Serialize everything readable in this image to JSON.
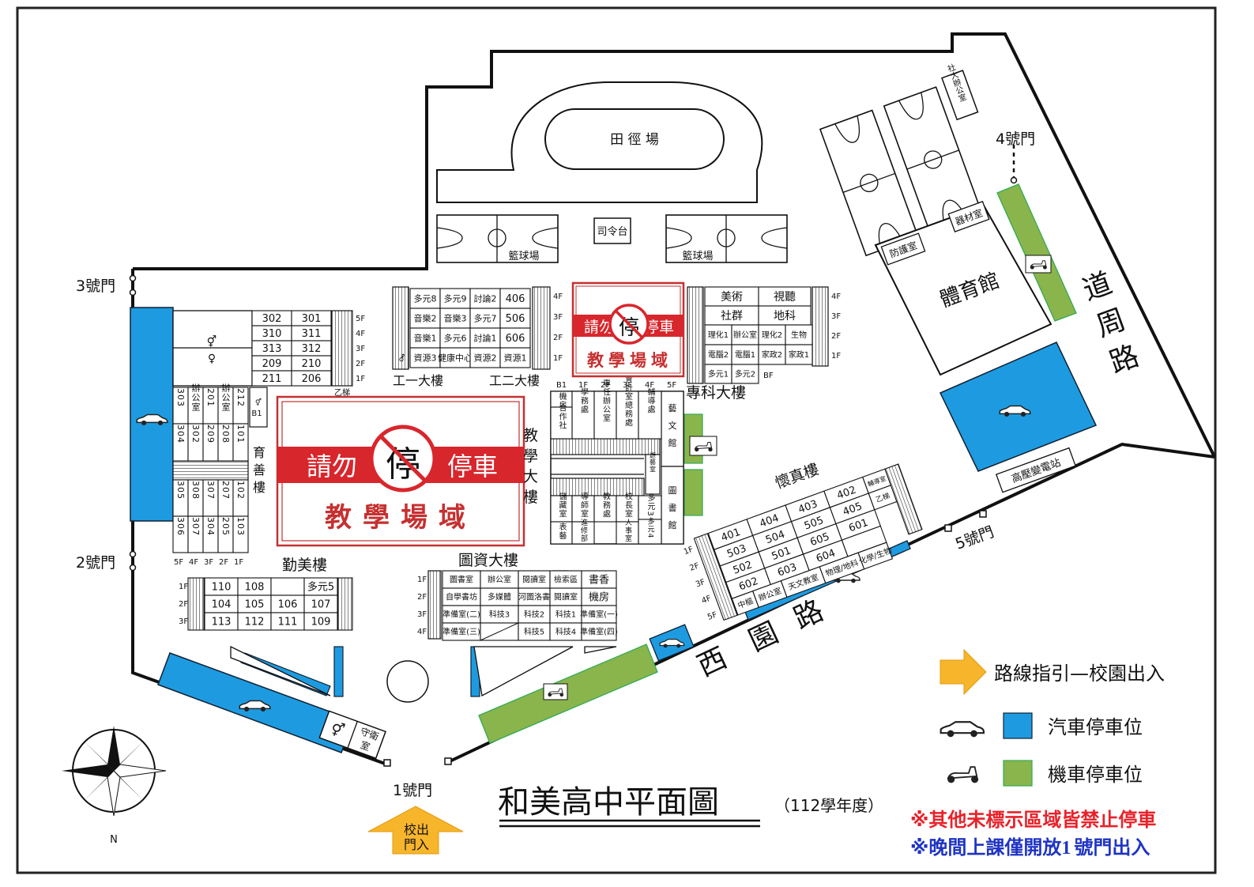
{
  "map_title": "和美高中平面圖",
  "school_year": "（112學年度）",
  "gates": {
    "g1": "1號門",
    "g2": "2號門",
    "g3": "3號門",
    "g4": "4號門",
    "g5": "5號門"
  },
  "roads": {
    "daozhou": [
      "道",
      "周",
      "路"
    ],
    "xiyuan": [
      "西",
      "園",
      "路"
    ]
  },
  "exit_arrow": {
    "line1": "校出",
    "line2": "門入"
  },
  "north": "N",
  "sports": {
    "track": "田 徑 場",
    "podium": "司令台",
    "court": "籃球場",
    "gym": "體育館",
    "guard_room": "防護室",
    "equipment": "器材室",
    "community_office": "社大辦公室"
  },
  "buildings": {
    "qinmei": "勤美樓",
    "yushan": "育善樓",
    "teaching": "教學大樓",
    "library": "圖資大樓",
    "gong1": "工一大樓",
    "gong2": "工二大樓",
    "zhuanke": "專科大樓",
    "huaizhen": "懷真樓",
    "art_hall": "藝文館",
    "lib_hall": "圖書館",
    "substation": "高壓變電站",
    "guard": "守衛室"
  },
  "no_parking": {
    "line1": "請勿停車",
    "line2": "教學場域",
    "mark": "停"
  },
  "yushan_grid": {
    "rows": [
      [
        "302",
        "301"
      ],
      [
        "310",
        "311"
      ],
      [
        "313",
        "312"
      ],
      [
        "209",
        "210"
      ],
      [
        "211",
        "206"
      ]
    ],
    "floors": [
      "5F",
      "4F",
      "3F",
      "2F",
      "1F"
    ],
    "stair": "乙梯"
  },
  "yushan_lower": {
    "top": [
      "303",
      "辦公室",
      "201",
      "辦公室",
      "212"
    ],
    "mid": [
      "304",
      "302",
      "209",
      "208",
      "101"
    ],
    "low1": [
      "305",
      "308",
      "307",
      "207",
      "102"
    ],
    "low2": [
      "306",
      "307",
      "304",
      "205",
      "103"
    ],
    "floors": [
      "5F",
      "4F",
      "3F",
      "2F",
      "1F"
    ],
    "b1_small": "B1",
    "b1_label": "B1"
  },
  "gong_grid": {
    "rows": [
      [
        "多元8",
        "多元9",
        "討論2",
        "406"
      ],
      [
        "音樂2",
        "音樂3",
        "多元7",
        "506"
      ],
      [
        "音樂1",
        "多元6",
        "討論1",
        "606"
      ],
      [
        "資源3",
        "健康中心",
        "資源2",
        "資源1"
      ]
    ],
    "floors": [
      "4F",
      "3F",
      "2F",
      "1F"
    ]
  },
  "zhuanke_grid": {
    "r1": [
      "美術",
      "視聽"
    ],
    "r2": [
      "社群",
      "地科"
    ],
    "r3": [
      "理化1",
      "辦公室",
      "理化2",
      "生物"
    ],
    "r4": [
      "電腦2",
      "電腦1",
      "家政2",
      "家政1"
    ],
    "r5": [
      "多元1",
      "多元2"
    ],
    "floors": [
      "4F",
      "3F",
      "2F",
      "1F"
    ],
    "bf": "BF"
  },
  "teaching_rooms": {
    "floors": [
      "B1",
      "1F",
      "2F",
      "3F",
      "4F",
      "5F"
    ],
    "top": [
      "機房",
      "學務處",
      "專任辦公室",
      "會計室總務處",
      "輔導處"
    ],
    "top2": [
      "合作社"
    ],
    "small": "遊藝室",
    "bottom": [
      "儲藏室",
      "導師室",
      "教務處",
      "校長室",
      "多元3"
    ],
    "bottom2": [
      "表藝",
      "進修部",
      "人事室",
      "多元4"
    ]
  },
  "library_grid": {
    "rows": [
      [
        "圖書室",
        "辦公室",
        "閱讀室",
        "檢索區",
        "書香"
      ],
      [
        "自學書坊",
        "多媒體",
        "河圖洛書",
        "閱讀室",
        "機房"
      ],
      [
        "準備室(二)",
        "科技3",
        "科技2",
        "科技1",
        "準備室(一)"
      ],
      [
        "準備室(三)",
        "",
        "科技5",
        "科技4",
        "準備室(四)"
      ]
    ],
    "floors": [
      "1F",
      "2F",
      "3F",
      "4F"
    ]
  },
  "qinmei_grid": {
    "rows": [
      [
        "110",
        "108",
        "",
        "多元5"
      ],
      [
        "104",
        "105",
        "106",
        "107"
      ],
      [
        "113",
        "112",
        "111",
        "109"
      ]
    ],
    "floors": [
      "1F",
      "2F",
      "3F"
    ]
  },
  "huaizhen_grid": {
    "rows": [
      [
        "401",
        "404",
        "403",
        "402"
      ],
      [
        "503",
        "504",
        "505",
        "405"
      ],
      [
        "502",
        "501",
        "605",
        "601"
      ],
      [
        "602",
        "603",
        "604",
        ""
      ]
    ],
    "row5": [
      "中樞",
      "辦公室",
      "天文教室",
      "物理/地科",
      "化學/生物"
    ],
    "side": [
      "輔導室",
      "乙梯"
    ],
    "floors": [
      "1F",
      "2F",
      "3F",
      "4F",
      "5F"
    ]
  },
  "legend": {
    "route": "路線指引—校園出入",
    "car": "汽車停車位",
    "scooter": "機車停車位",
    "car_color": "#1e9be0",
    "scooter_color": "#8ab54c"
  },
  "notes": {
    "red": "※其他未標示區域皆禁止停車",
    "blue_pre": "※晚間上課僅開放",
    "blue_num": "1",
    "blue_post": "號門出入",
    "red_color": "#e8222a",
    "blue_color": "#1f34c4"
  }
}
